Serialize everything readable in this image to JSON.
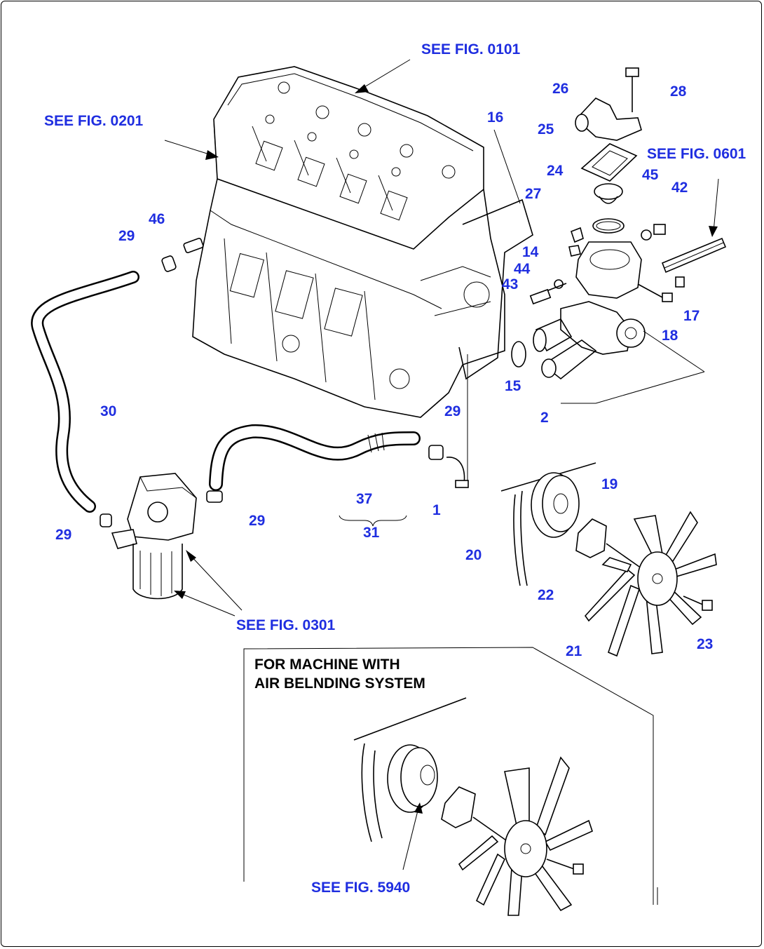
{
  "see_references": {
    "fig_0101": "SEE FIG. 0101",
    "fig_0201": "SEE FIG. 0201",
    "fig_0601": "SEE FIG. 0601",
    "fig_0301": "SEE FIG. 0301",
    "fig_5940": "SEE FIG. 5940"
  },
  "callouts": {
    "p1": "1",
    "p2": "2",
    "p14": "14",
    "p15": "15",
    "p16": "16",
    "p17": "17",
    "p18": "18",
    "p19": "19",
    "p20": "20",
    "p21": "21",
    "p22": "22",
    "p23": "23",
    "p24": "24",
    "p25": "25",
    "p26": "26",
    "p27": "27",
    "p28": "28",
    "p29a": "29",
    "p29b": "29",
    "p29c": "29",
    "p29d": "29",
    "p30": "30",
    "p31": "31",
    "p37": "37",
    "p42": "42",
    "p43": "43",
    "p44": "44",
    "p45": "45",
    "p46": "46"
  },
  "inset": {
    "line1": "FOR MACHINE WITH",
    "line2": "AIR BELNDING SYSTEM"
  },
  "colors": {
    "label": "#1f2ee0",
    "line": "#000000",
    "background": "#ffffff"
  }
}
